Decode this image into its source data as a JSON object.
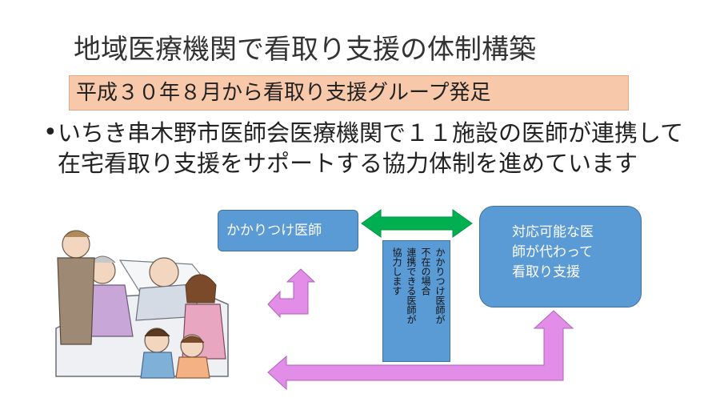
{
  "slide": {
    "title": "地域医療機関で看取り支援の体制構築",
    "subtitle": "平成３０年８月から看取り支援グループ発足",
    "bullet_text": "いちき串木野市医師会医療機関で１１施設の医師が連携して在宅看取り支援をサポートする協力体制を進めています"
  },
  "diagram": {
    "family_doctor": "かかりつけ医師",
    "substitute_lines": [
      "対応可能な医",
      "師が代わって",
      "看取り支援"
    ],
    "note_columns": [
      "かかりつけ医師が",
      "不在の場合",
      "連携できる医師が",
      "協力します"
    ]
  },
  "colors": {
    "box_blue": "#5b9bd5",
    "arrow_green": "#00b050",
    "arrow_violet": "#e28de7",
    "subtitle_bg": "#f7c8aa"
  },
  "icons": {
    "illustration": "bedside-family-illustration"
  }
}
